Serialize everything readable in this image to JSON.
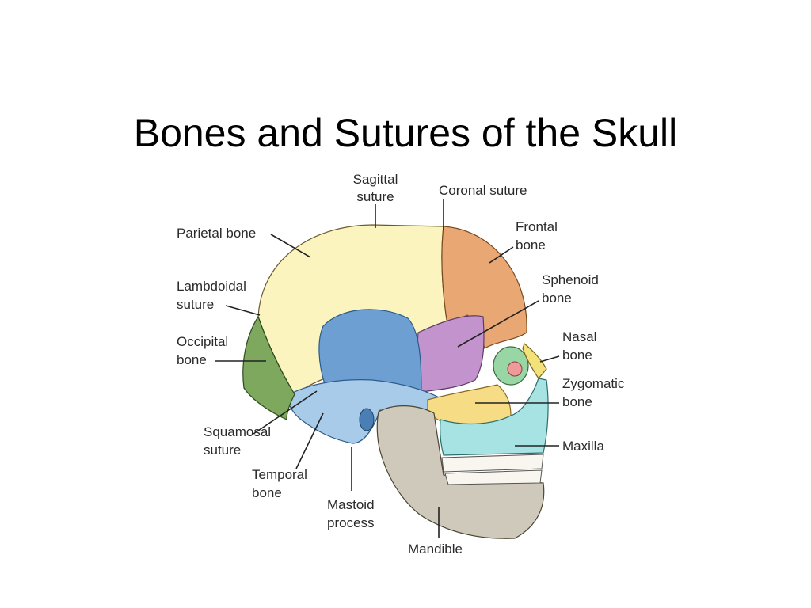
{
  "title": "Bones and Sutures of the Skull",
  "colors": {
    "parietal": "#fbf4bf",
    "frontal": "#e9a774",
    "sphenoid": "#c293cc",
    "temporal": "#a7cbe8",
    "temporal_deep": "#6d9fd3",
    "occipital": "#7da85e",
    "zygomatic": "#f6dc85",
    "maxilla": "#a7e3e3",
    "mandible": "#cfc9bc",
    "nasal": "#f3e27a",
    "teeth": "#f8f6ee"
  },
  "labels": {
    "sagittal_1": "Sagittal",
    "sagittal_2": "suture",
    "coronal": "Coronal suture",
    "parietal": "Parietal bone",
    "frontal_1": "Frontal",
    "frontal_2": "bone",
    "lambdoidal_1": "Lambdoidal",
    "lambdoidal_2": "suture",
    "sphenoid_1": "Sphenoid",
    "sphenoid_2": "bone",
    "occipital_1": "Occipital",
    "occipital_2": "bone",
    "nasal_1": "Nasal",
    "nasal_2": "bone",
    "zygomatic_1": "Zygomatic",
    "zygomatic_2": "bone",
    "squamosal_1": "Squamosal",
    "squamosal_2": "suture",
    "maxilla": "Maxilla",
    "temporal_1": "Temporal",
    "temporal_2": "bone",
    "mastoid_1": "Mastoid",
    "mastoid_2": "process",
    "mandible": "Mandible"
  }
}
